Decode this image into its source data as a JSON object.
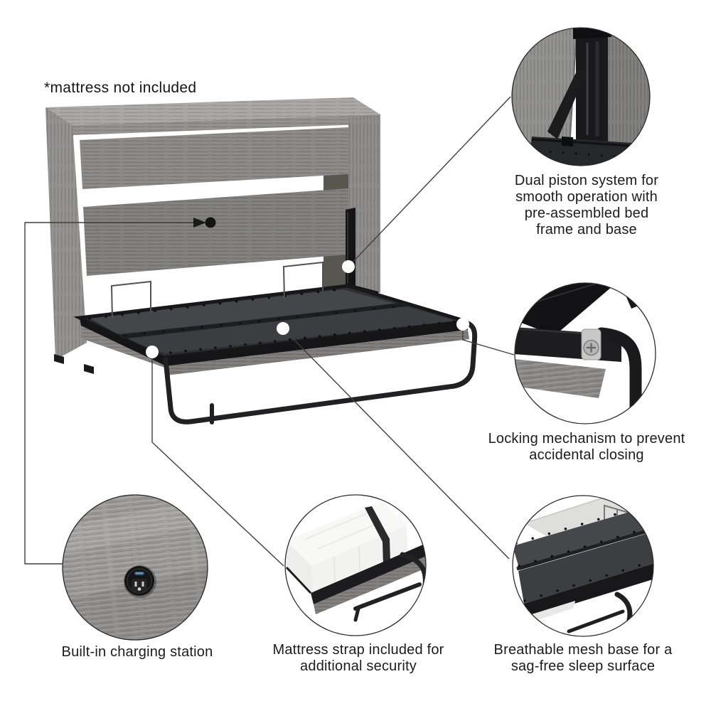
{
  "note": "*mattress not included",
  "callouts": {
    "piston": {
      "label": "Dual piston system for\nsmooth operation with\npre-assembled bed\nframe and base"
    },
    "locking": {
      "label": "Locking mechanism to prevent\naccidental closing"
    },
    "charging": {
      "label": "Built-in charging station"
    },
    "strap": {
      "label": "Mattress strap included for\nadditional security"
    },
    "mesh": {
      "label": "Breathable mesh base for a\nsag-free sleep surface"
    }
  },
  "colors": {
    "background": "#ffffff",
    "text": "#1c1c1c",
    "leader_line": "#3f3f3f",
    "anchor_dot": "#ffffff",
    "wood_light": "#a7a6a4",
    "wood_mid": "#8d8c8a",
    "wood_dark": "#6f6e6c",
    "mesh_deck": "#3e3f42",
    "frame_black": "#1b1b1d",
    "usb_port_blue": "#33536f"
  }
}
